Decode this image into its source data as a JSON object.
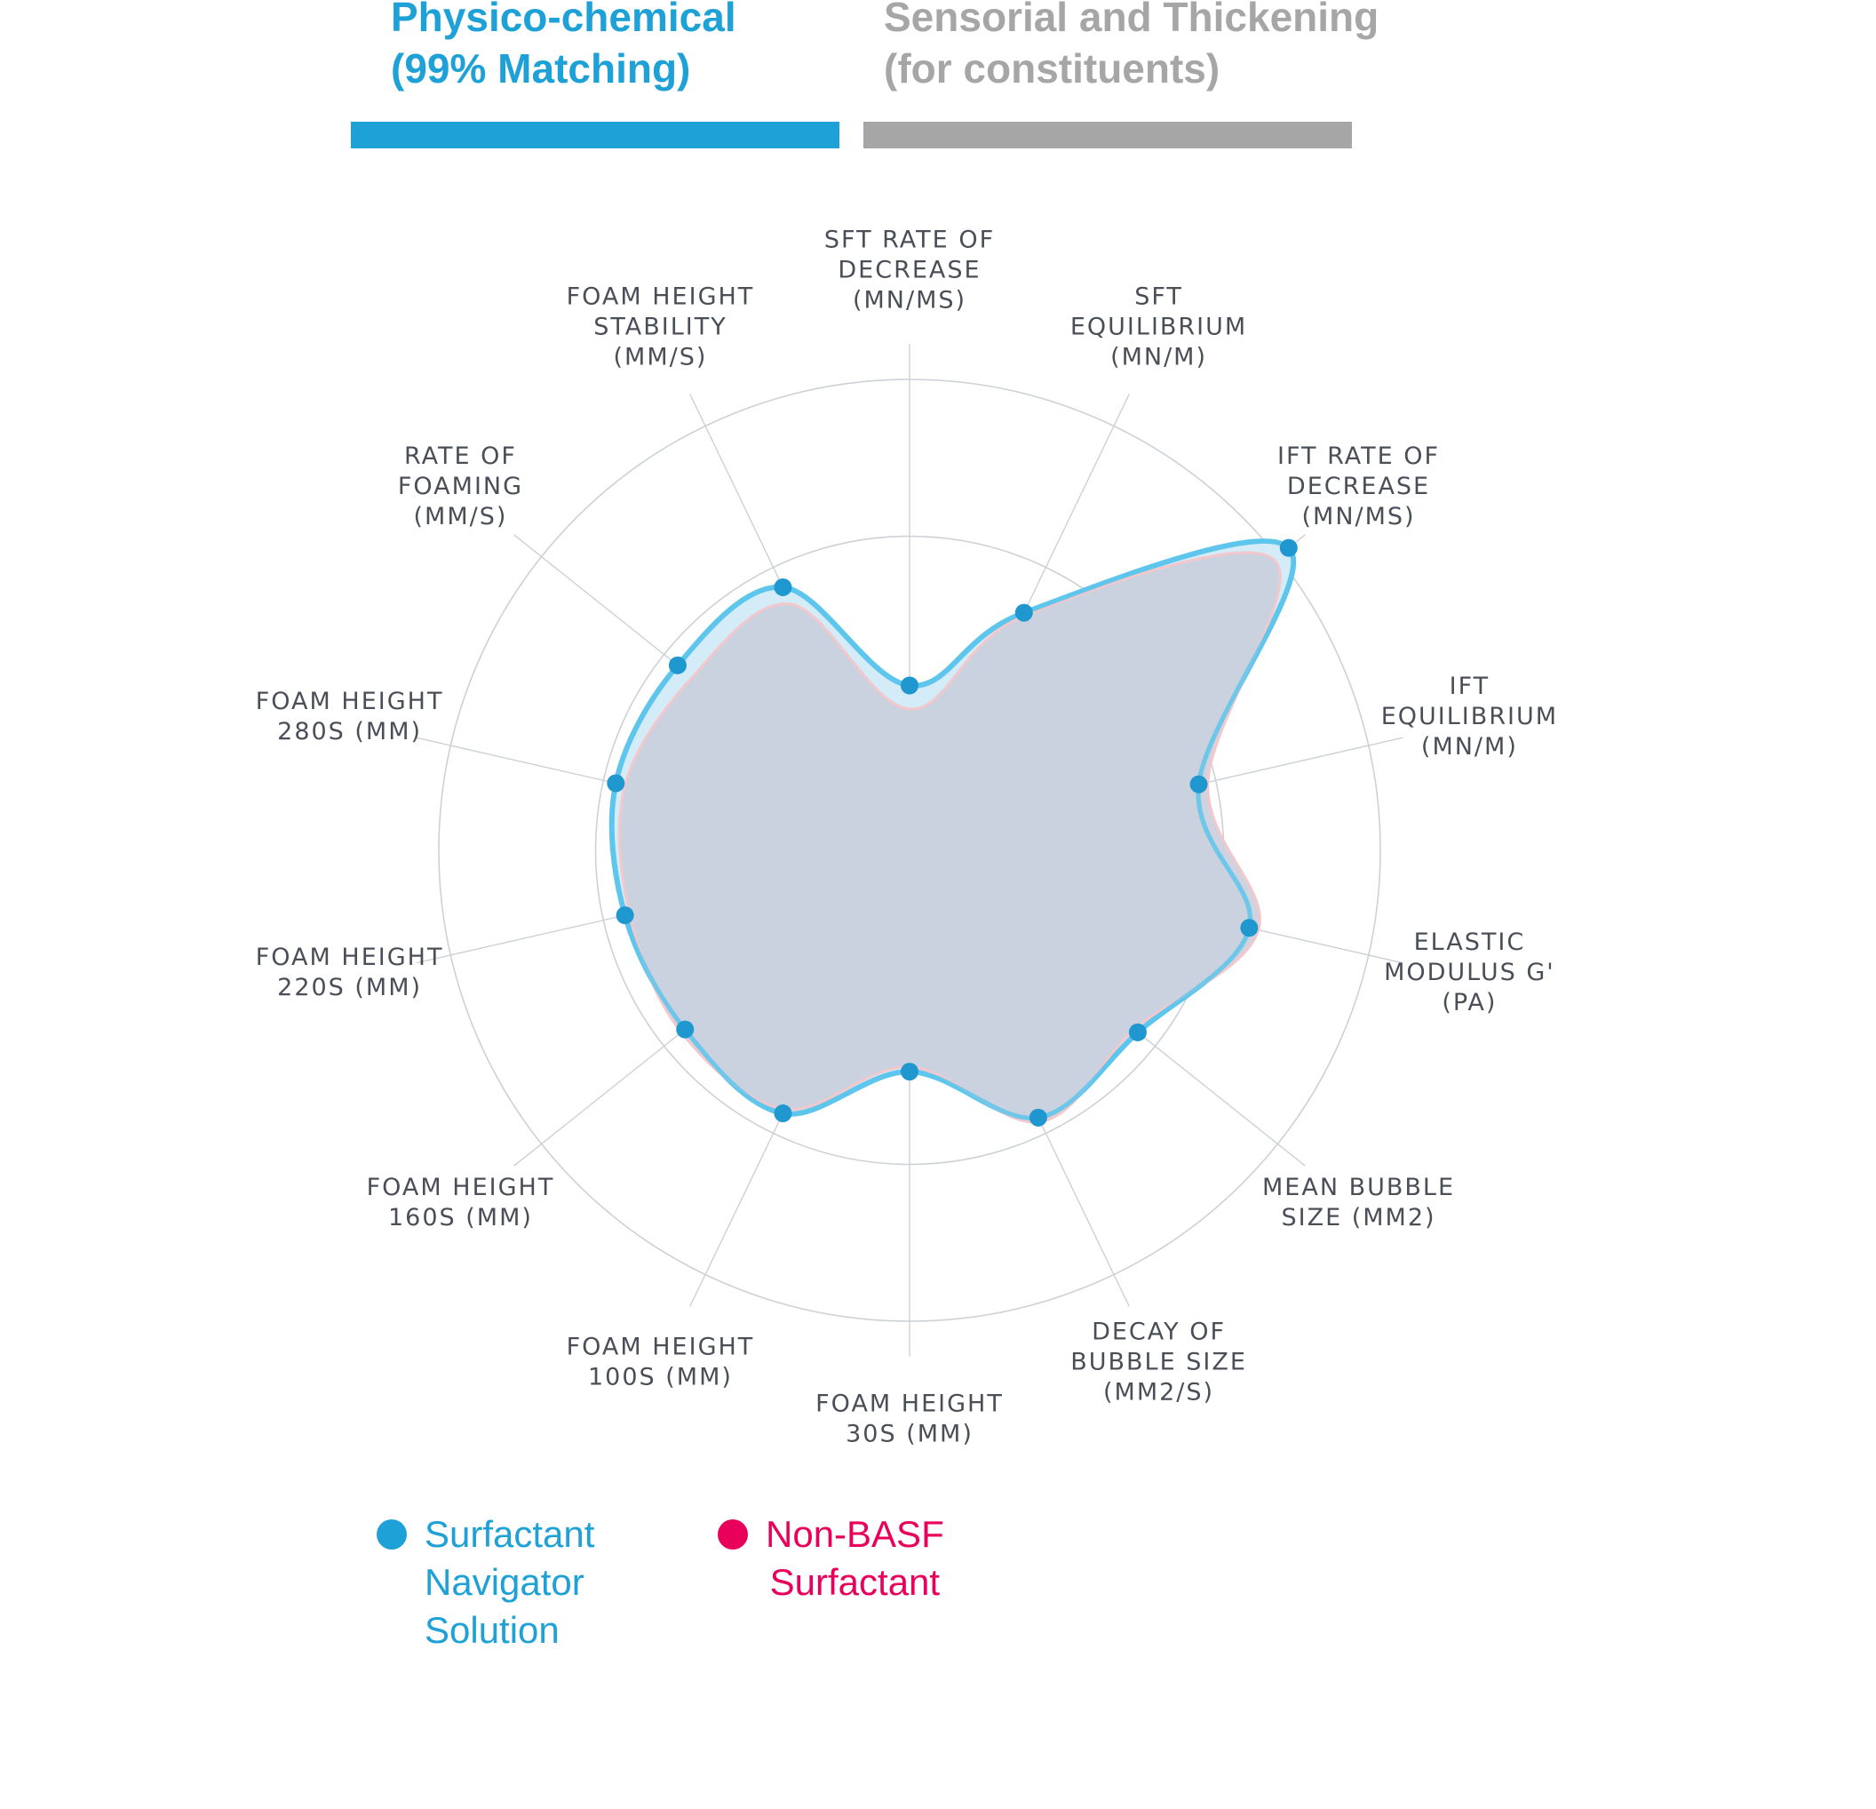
{
  "tabs": [
    {
      "line1": "Physico-chemical",
      "line2": "(99% Matching)",
      "color": "#1ea1d6",
      "active": true
    },
    {
      "line1": "Sensorial and Thickening",
      "line2": "(for constituents)",
      "color": "#a6a6a6",
      "active": false
    }
  ],
  "legend": [
    {
      "lines": [
        "Surfactant",
        "Navigator",
        "Solution"
      ],
      "color": "#1ea1d6"
    },
    {
      "lines": [
        "Non-BASF",
        "Surfactant"
      ],
      "color": "#e8005a"
    }
  ],
  "colors": {
    "series_a_stroke": "#5ec5ec",
    "series_a_fill": "#d3ecf8",
    "series_a_dot": "#1f97cf",
    "series_b_fill": "#c9cedc",
    "series_b_stroke": "#f3c8cc",
    "grid": "#cdd1d6",
    "axis_text": "#4a4f57"
  },
  "chart_data": {
    "type": "radar",
    "axes": [
      [
        "SFT RATE OF",
        "DECREASE",
        "(MN/MS)"
      ],
      [
        "SFT",
        "EQUILIBRIUM",
        "(MN/M)"
      ],
      [
        "IFT RATE OF",
        "DECREASE",
        "(MN/MS)"
      ],
      [
        "IFT",
        "EQUILIBRIUM",
        "(MN/M)"
      ],
      [
        "ELASTIC",
        "MODULUS G'",
        "(PA)"
      ],
      [
        "MEAN BUBBLE",
        "SIZE (MM2)"
      ],
      [
        "DECAY OF",
        "BUBBLE SIZE",
        "(MM2/S)"
      ],
      [
        "FOAM HEIGHT",
        "30S (MM)"
      ],
      [
        "FOAM HEIGHT",
        "100S (MM)"
      ],
      [
        "FOAM HEIGHT",
        "160S (MM)"
      ],
      [
        "FOAM HEIGHT",
        "220S (MM)"
      ],
      [
        "FOAM HEIGHT",
        "280S (MM)"
      ],
      [
        "RATE OF",
        "FOAMING",
        "(MM/S)"
      ],
      [
        "FOAM HEIGHT",
        "STABILITY",
        "(MM/S)"
      ]
    ],
    "rmax": 1.0,
    "rings": [
      0.333,
      0.667,
      1.0
    ],
    "grid": true,
    "series": [
      {
        "name": "Surfactant Navigator Solution",
        "values": [
          0.35,
          0.56,
          1.03,
          0.63,
          0.74,
          0.62,
          0.63,
          0.47,
          0.62,
          0.61,
          0.62,
          0.64,
          0.63,
          0.62
        ]
      },
      {
        "name": "Non-BASF Surfactant",
        "values": [
          0.3,
          0.55,
          0.99,
          0.65,
          0.76,
          0.61,
          0.64,
          0.46,
          0.61,
          0.62,
          0.61,
          0.62,
          0.59,
          0.58
        ]
      }
    ]
  }
}
